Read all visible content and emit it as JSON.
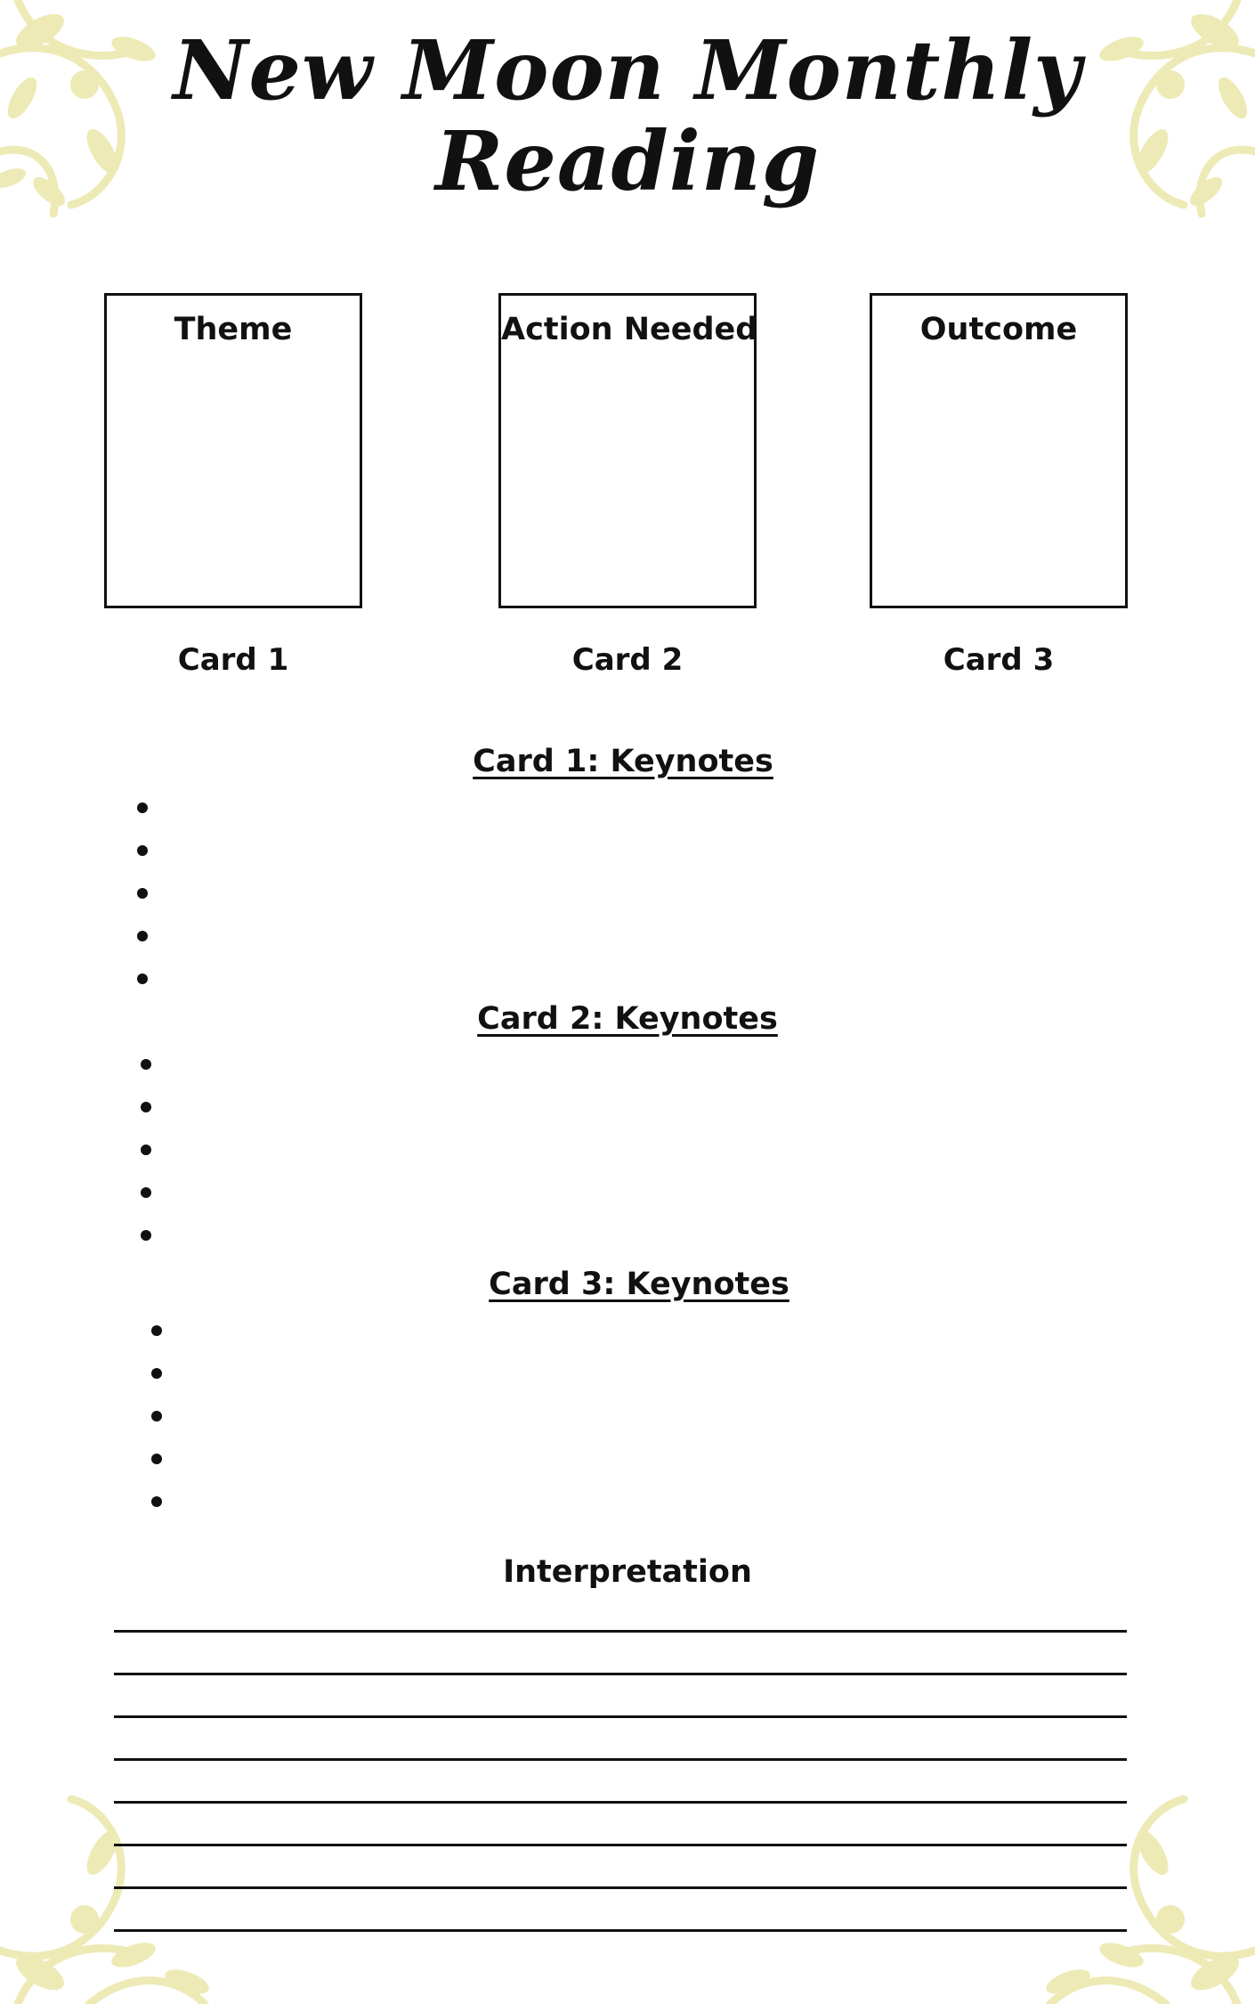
{
  "title": {
    "line1": "New Moon Monthly",
    "line2": "Reading"
  },
  "cards": [
    {
      "position_label": "Theme",
      "card_label": "Card 1"
    },
    {
      "position_label": "Action Needed",
      "card_label": "Card 2"
    },
    {
      "position_label": "Outcome",
      "card_label": "Card 3"
    }
  ],
  "keynotes": [
    {
      "heading": "Card 1: Keynotes",
      "bullet_count": 5
    },
    {
      "heading": "Card 2: Keynotes",
      "bullet_count": 5
    },
    {
      "heading": "Card 3: Keynotes",
      "bullet_count": 5
    }
  ],
  "interpretation": {
    "heading": "Interpretation",
    "line_count": 8
  },
  "colors": {
    "ornament": "#eeeab6",
    "ink": "#111111",
    "background": "#ffffff"
  },
  "decor": {
    "corner_ornament": "floral-flourish-icon"
  }
}
